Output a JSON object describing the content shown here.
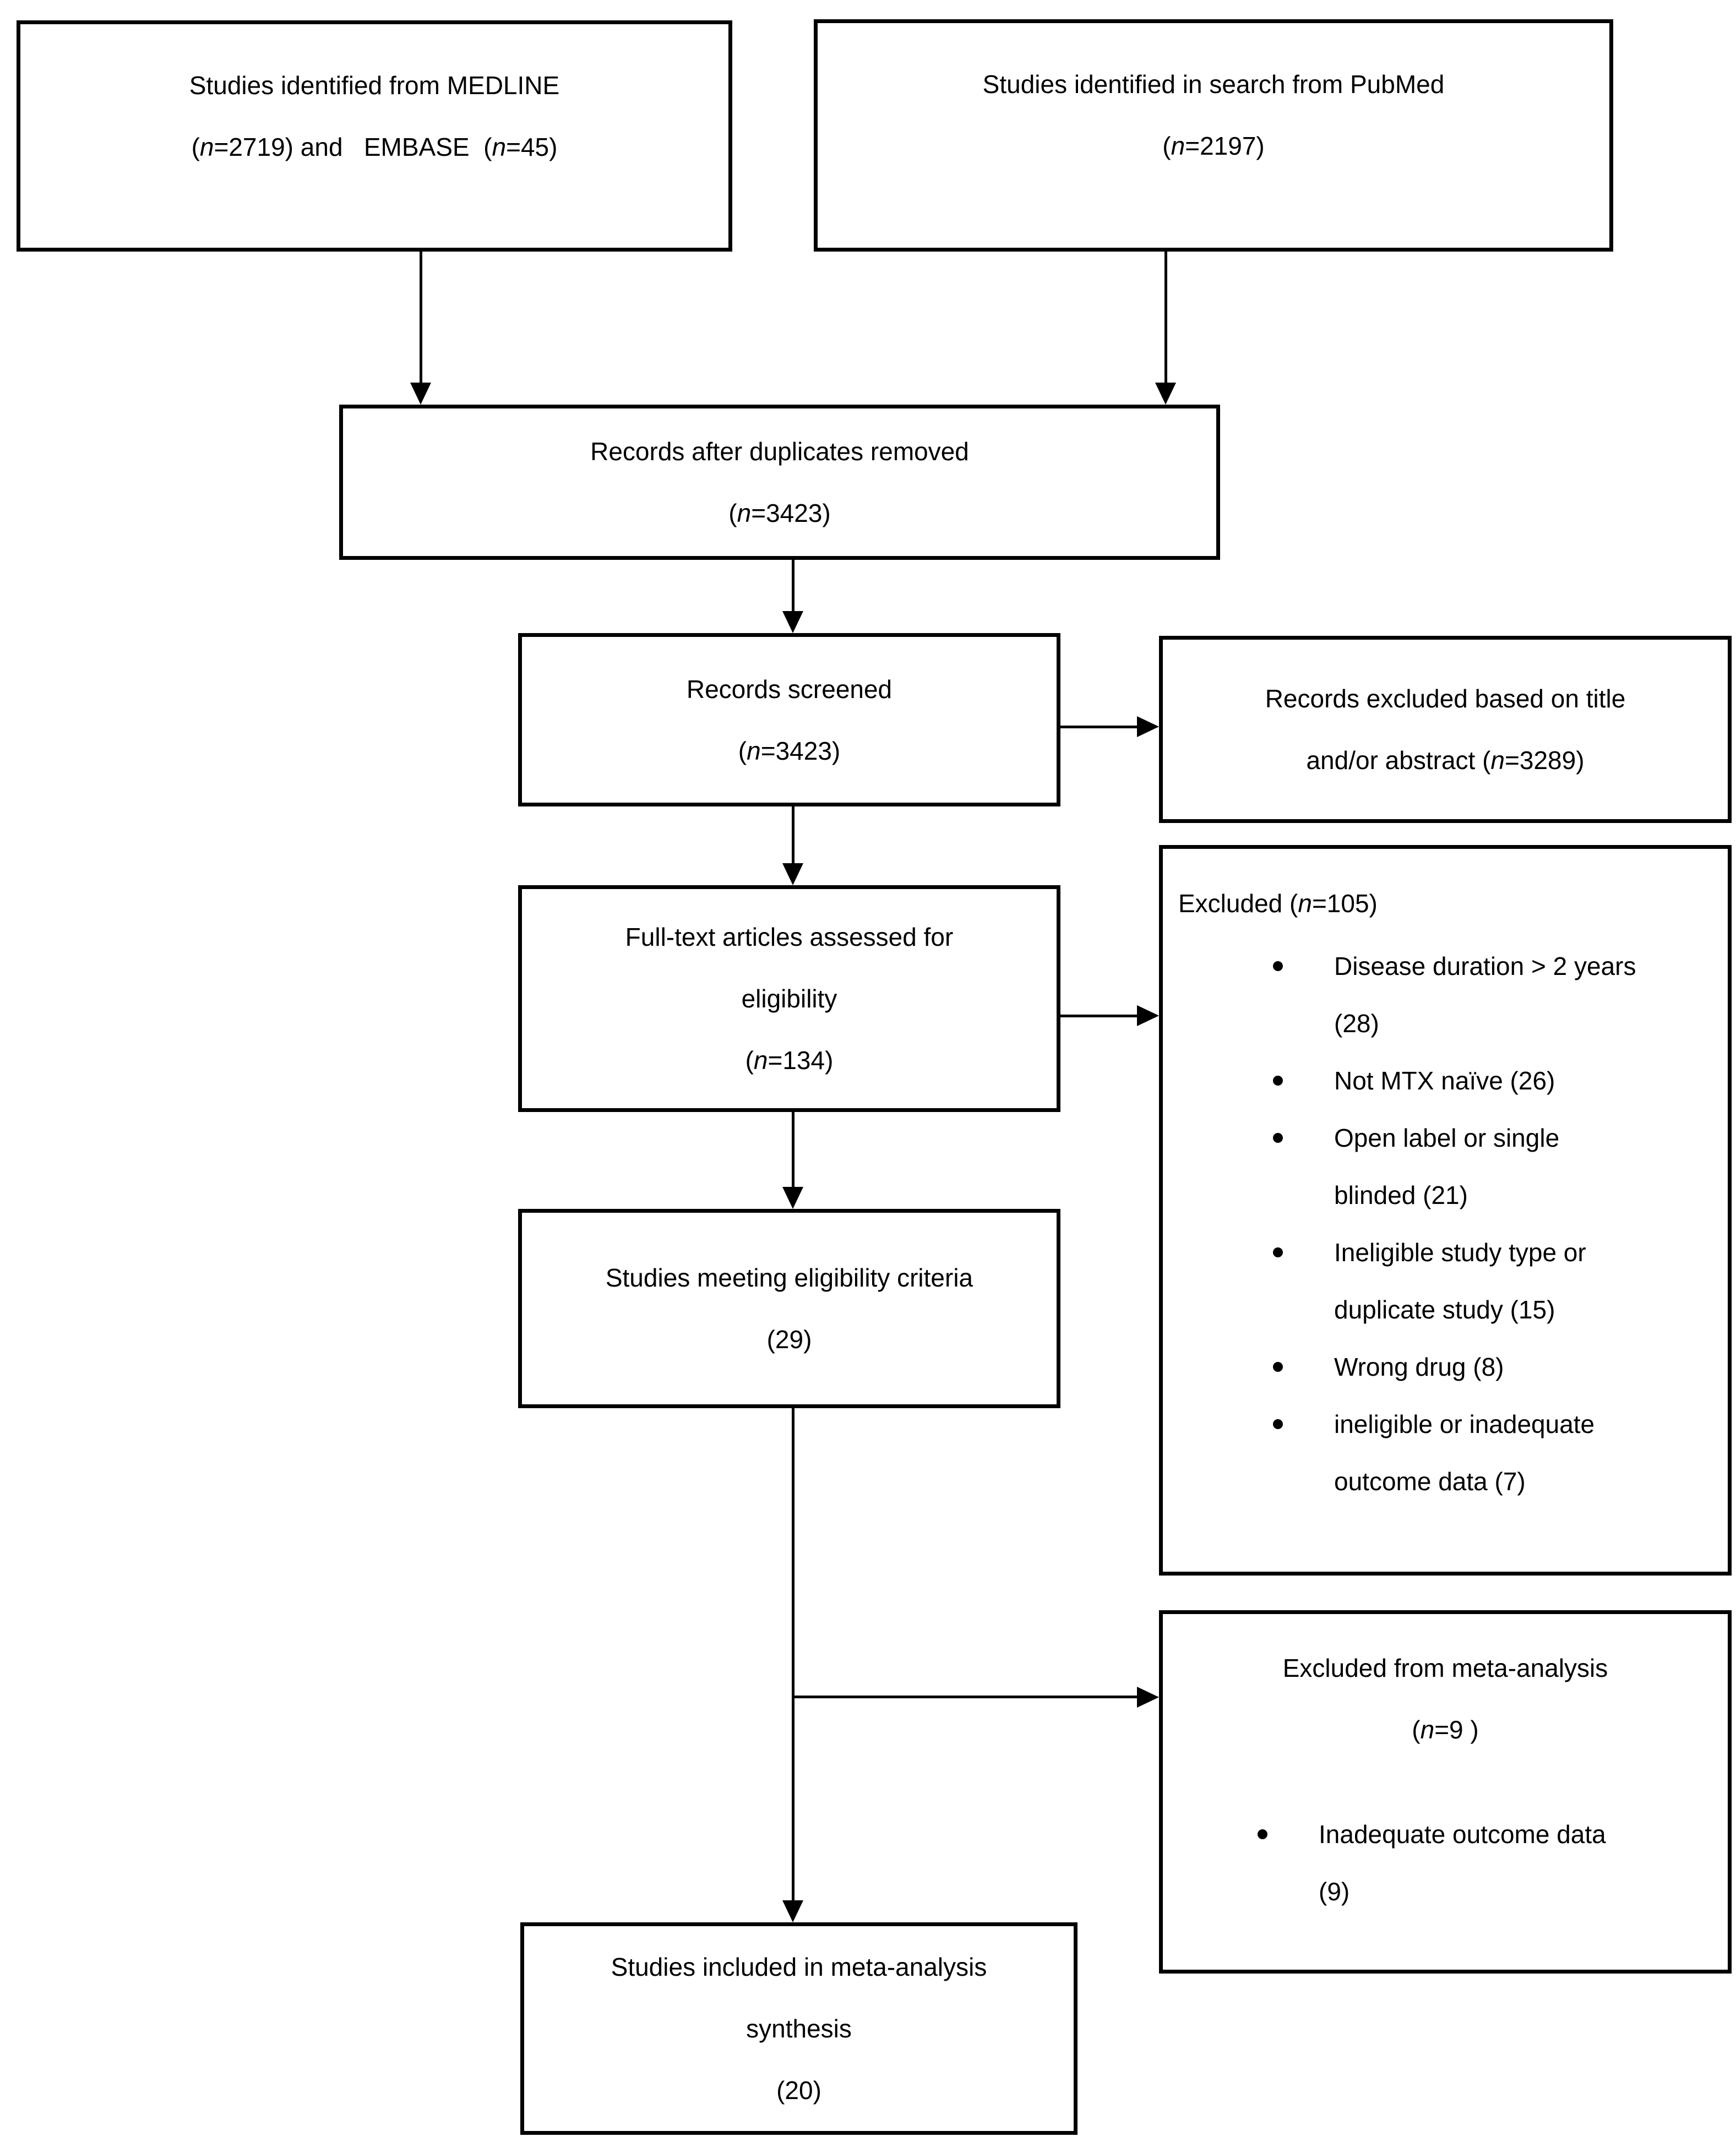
{
  "diagram": {
    "boxes": {
      "medline": {
        "lines": [
          "Studies identified from MEDLINE",
          "(n=2719) and   EMBASE  (n=45)"
        ]
      },
      "pubmed": {
        "lines": [
          "Studies identified in search from PubMed",
          "(n=2197)"
        ]
      },
      "duplicates": {
        "lines": [
          "Records after duplicates removed",
          "(n=3423)"
        ]
      },
      "screened": {
        "lines": [
          "Records screened",
          "(n=3423)"
        ]
      },
      "excluded_title_abstract": {
        "lines": [
          "Records excluded based on title",
          "and/or abstract (n=3289)"
        ]
      },
      "fulltext": {
        "lines": [
          "Full-text articles assessed for",
          "eligibility",
          "(n=134)"
        ]
      },
      "excluded_fulltext": {
        "header": "Excluded (n=105)",
        "bullets": [
          {
            "lines": [
              "Disease duration > 2 years",
              "(28)"
            ]
          },
          {
            "lines": [
              "Not MTX naïve (26)"
            ]
          },
          {
            "lines": [
              "Open label or single",
              "blinded (21)"
            ]
          },
          {
            "lines": [
              "Ineligible study type or",
              "duplicate study (15)"
            ]
          },
          {
            "lines": [
              "Wrong drug (8)"
            ]
          },
          {
            "lines": [
              "ineligible or inadequate",
              "outcome data (7)"
            ]
          }
        ]
      },
      "eligibility": {
        "lines": [
          "Studies meeting eligibility criteria",
          "(29)"
        ]
      },
      "excluded_meta": {
        "lines": [
          "Excluded from meta-analysis",
          "(n=9 )"
        ],
        "bullets": [
          {
            "lines": [
              "Inadequate outcome data",
              "(9)"
            ]
          }
        ]
      },
      "included": {
        "lines": [
          "Studies included in meta-analysis",
          "synthesis",
          "(20)"
        ]
      }
    }
  }
}
